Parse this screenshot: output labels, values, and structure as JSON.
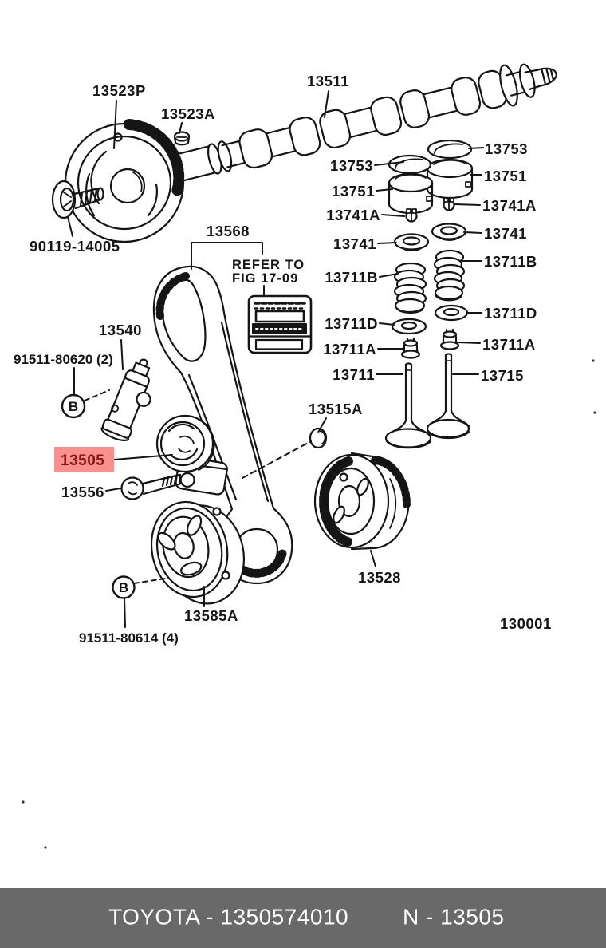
{
  "doc": {
    "fig_code": "130001"
  },
  "marker": "B",
  "figure_ref": {
    "line1": "REFER TO",
    "line2": "FIG 17-09"
  },
  "colors": {
    "line": "#151515",
    "highlight_bg": "#f6918e",
    "highlight_text": "#8c1414",
    "footer_bg": "#696969",
    "footer_text": "#ffffff"
  },
  "parts": {
    "cam_pulley": "13523P",
    "plug": "13523A",
    "camshaft": "13511",
    "cam_bolt": "90119-14005",
    "belt": "13568",
    "shim_l": "13753",
    "shim_r": "13753",
    "lifter_l": "13751",
    "lifter_r": "13751",
    "keeper_l": "13741A",
    "keeper_r": "13741A",
    "retainer_l": "13741",
    "retainer_r": "13741",
    "spring_l": "13711B",
    "spring_r": "13711B",
    "seat_l": "13711D",
    "seat_r": "13711D",
    "seal_l": "13711A",
    "seal_r": "13711A",
    "valve_in": "13711",
    "valve_ex": "13715",
    "bush": "13515A",
    "tensioner": "13540",
    "tensioner_bolt": "91511-80620 (2)",
    "idler": "13505",
    "idler_bolt": "13556",
    "crank_pulley": "13528",
    "guide_pulley": "13585A",
    "guide_bolt": "91511-80614 (4)"
  },
  "footer": {
    "left": "TOYOTA - 1350574010",
    "right": "N - 13505"
  }
}
